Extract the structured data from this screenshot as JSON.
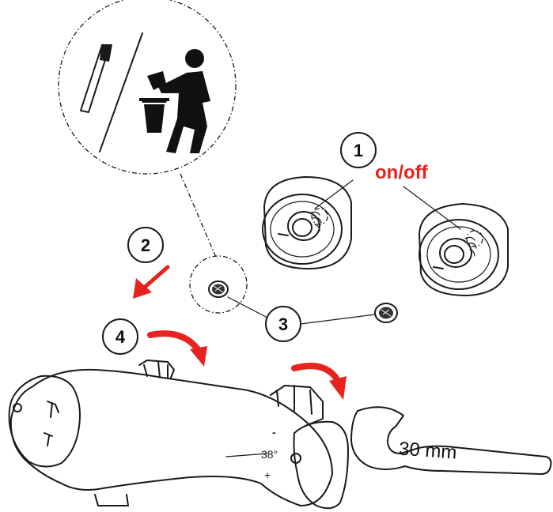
{
  "steps": {
    "step1": "1",
    "step2": "2",
    "step3": "3",
    "step4": "4"
  },
  "labels": {
    "on_off": "on/off",
    "wrench_size": "30 mm",
    "temperature": "38°",
    "minus": "-",
    "plus": "+"
  },
  "colors": {
    "accent": "#e8231f",
    "line": "#1a1a1a"
  },
  "icons": [
    "brush-icon",
    "dispose-in-bin-icon",
    "filter-screen-icon",
    "wrench-icon"
  ]
}
